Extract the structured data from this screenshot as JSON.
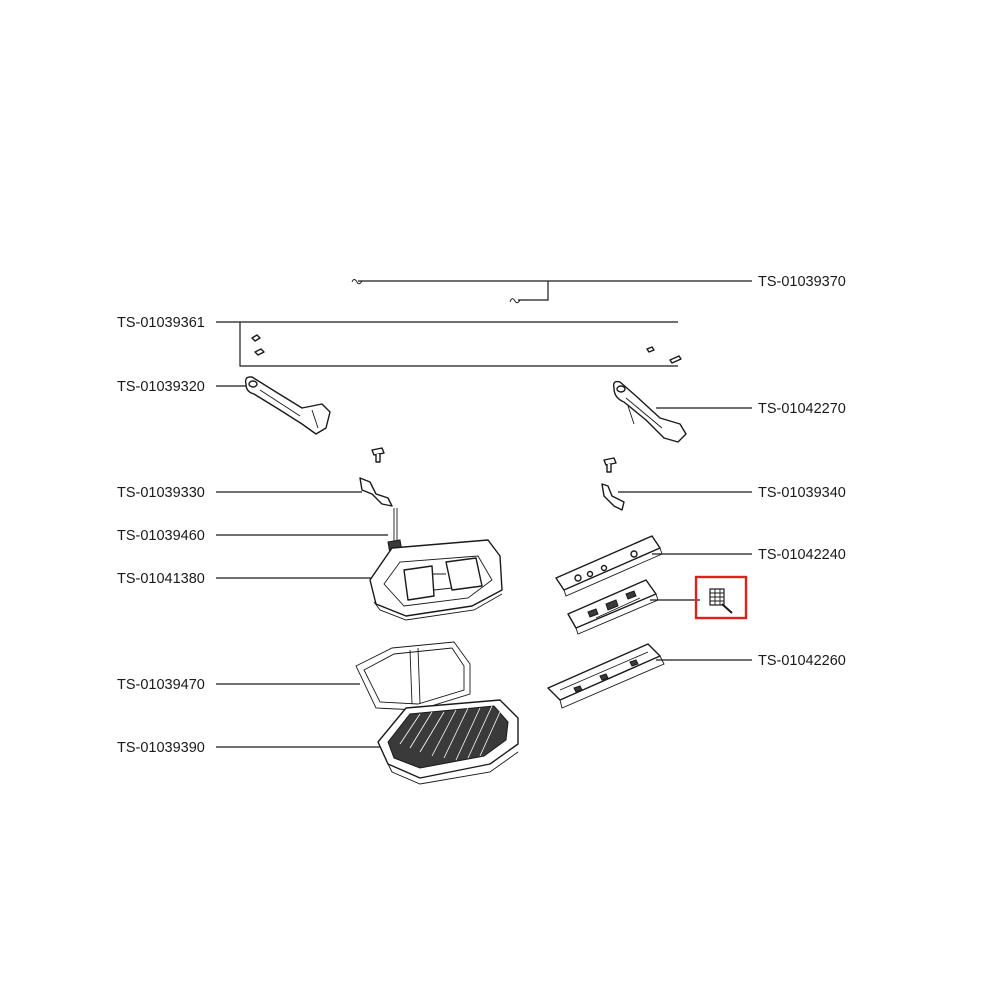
{
  "parts": [
    {
      "id": "ts-01039370",
      "label": "TS-01039370"
    },
    {
      "id": "ts-01039361",
      "label": "TS-01039361"
    },
    {
      "id": "ts-01039320",
      "label": "TS-01039320"
    },
    {
      "id": "ts-01042270",
      "label": "TS-01042270"
    },
    {
      "id": "ts-01039330",
      "label": "TS-01039330"
    },
    {
      "id": "ts-01039340",
      "label": "TS-01039340"
    },
    {
      "id": "ts-01039460",
      "label": "TS-01039460"
    },
    {
      "id": "ts-01042240",
      "label": "TS-01042240"
    },
    {
      "id": "ts-01041380",
      "label": "TS-01041380"
    },
    {
      "id": "ts-01039470",
      "label": "TS-01039470"
    },
    {
      "id": "ts-01042260",
      "label": "TS-01042260"
    },
    {
      "id": "ts-01039390",
      "label": "TS-01039390"
    }
  ],
  "highlight": {
    "color": "#e0201e"
  }
}
